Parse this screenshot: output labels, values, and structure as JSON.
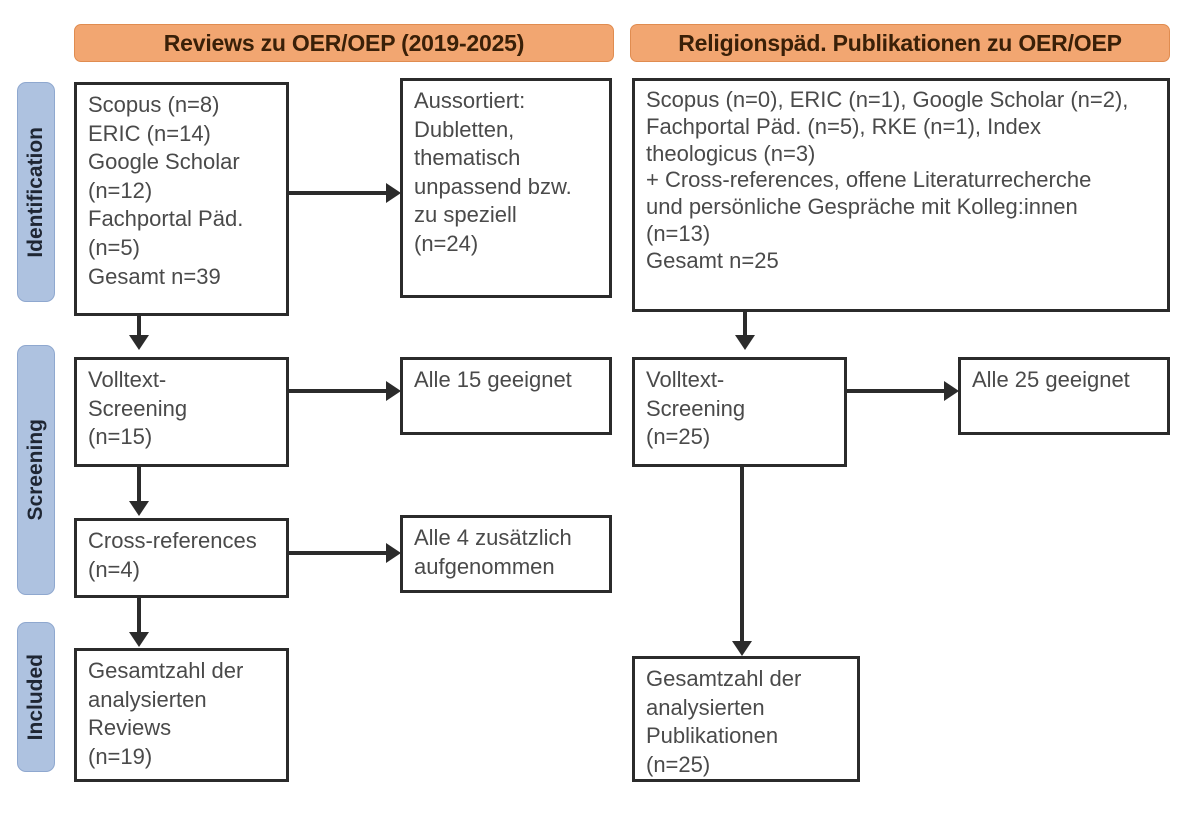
{
  "figure": {
    "type": "prisma-flow-diagram",
    "language": "de",
    "colors": {
      "header_fill": "#F2A671",
      "header_text": "#3A2008",
      "stage_fill": "#AEC2E0",
      "stage_text": "#1F2633",
      "box_border": "#2B2B2B",
      "box_text": "#4A4A4A",
      "background": "#FFFFFF"
    }
  },
  "columns": [
    {
      "id": "left",
      "header": "Reviews zu OER/OEP (2019-2025)"
    },
    {
      "id": "right",
      "header": "Religionspäd. Publikationen zu OER/OEP"
    }
  ],
  "stages": [
    {
      "id": "identification",
      "label": "Identification"
    },
    {
      "id": "screening",
      "label": "Screening"
    },
    {
      "id": "included",
      "label": "Included"
    }
  ],
  "boxes": {
    "left_identification": "Scopus (n=8)\nERIC (n=14)\nGoogle Scholar\n(n=12)\nFachportal Päd.\n(n=5)\nGesamt n=39",
    "left_excluded": "Aussortiert:\nDubletten,\nthematisch\nunpassend bzw.\nzu speziell\n(n=24)",
    "left_screening": "Volltext-\nScreening\n(n=15)",
    "left_screening_result": "Alle 15 geeignet",
    "left_crossrefs": "Cross-references\n(n=4)",
    "left_crossrefs_result": "Alle 4 zusätzlich\naufgenommen",
    "left_included": "Gesamtzahl der\nanalysierten\nReviews\n(n=19)",
    "right_identification": "Scopus (n=0), ERIC (n=1), Google Scholar (n=2),\nFachportal Päd. (n=5), RKE (n=1), Index\ntheologicus (n=3)\n+ Cross-references, offene Literaturrecherche\nund persönliche Gespräche mit Kolleg:innen\n(n=13)\nGesamt n=25",
    "right_screening": "Volltext-\nScreening\n(n=25)",
    "right_screening_result": "Alle 25 geeignet",
    "right_included": "Gesamtzahl der\nanalysierten\nPublikationen\n(n=25)"
  },
  "counts": {
    "left_scopus": 8,
    "left_eric": 14,
    "left_google_scholar": 12,
    "left_fachportal": 5,
    "left_total": 39,
    "left_excluded": 24,
    "left_fulltext_screening": 15,
    "left_fulltext_suitable": 15,
    "left_crossrefs": 4,
    "left_crossrefs_added": 4,
    "left_included": 19,
    "right_scopus": 0,
    "right_eric": 1,
    "right_google_scholar": 2,
    "right_fachportal": 5,
    "right_rke": 1,
    "right_index_theologicus": 3,
    "right_additional": 13,
    "right_total": 25,
    "right_fulltext_screening": 25,
    "right_fulltext_suitable": 25,
    "right_included": 25
  }
}
